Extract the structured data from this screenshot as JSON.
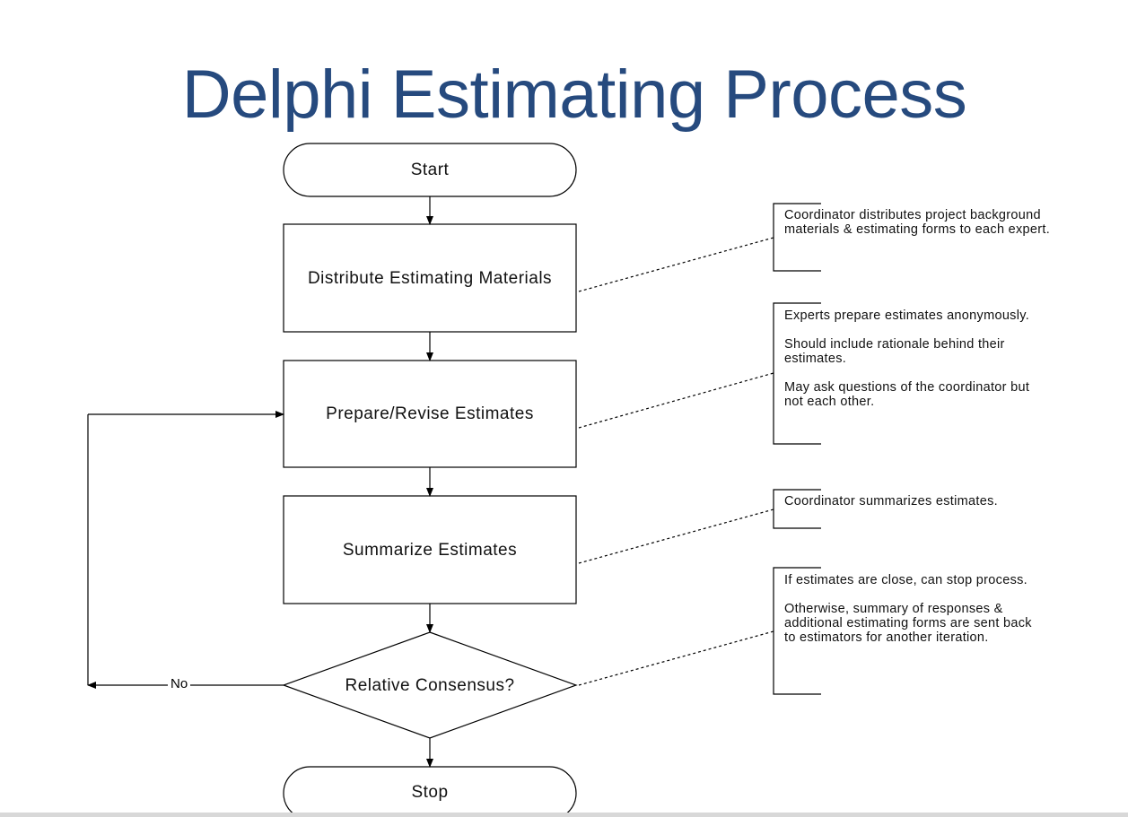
{
  "title": "Delphi Estimating Process",
  "nodes": {
    "start": "Start",
    "distribute": "Distribute Estimating Materials",
    "prepare": "Prepare/Revise Estimates",
    "summarize": "Summarize Estimates",
    "decision": "Relative Consensus?",
    "stop": "Stop"
  },
  "edge_labels": {
    "no": "No"
  },
  "notes": {
    "distribute": [
      "Coordinator distributes project background materials & estimating forms to each expert."
    ],
    "prepare": [
      "Experts prepare estimates anonymously.",
      "Should include rationale behind their estimates.",
      "May ask questions of the coordinator but not each other."
    ],
    "summarize": [
      "Coordinator summarizes estimates."
    ],
    "decision": [
      "If estimates are close, can stop process.",
      "Otherwise, summary of responses & additional estimating forms are sent back to estimators for another iteration."
    ]
  }
}
